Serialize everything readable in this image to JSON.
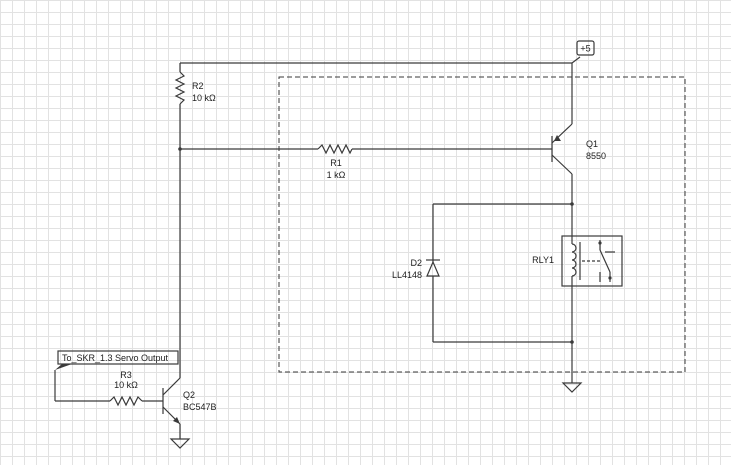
{
  "components": {
    "r1": {
      "ref": "R1",
      "value": "1 kΩ"
    },
    "r2": {
      "ref": "R2",
      "value": "10 kΩ"
    },
    "r3": {
      "ref": "R3",
      "value": "10 kΩ"
    },
    "q1": {
      "ref": "Q1",
      "value": "8550"
    },
    "q2": {
      "ref": "Q2",
      "value": "BC547B"
    },
    "d2": {
      "ref": "D2",
      "value": "LL4148"
    },
    "rly1": {
      "ref": "RLY1"
    }
  },
  "nets": {
    "supply": "+5",
    "input": "To_SKR_1.3 Servo Output"
  }
}
